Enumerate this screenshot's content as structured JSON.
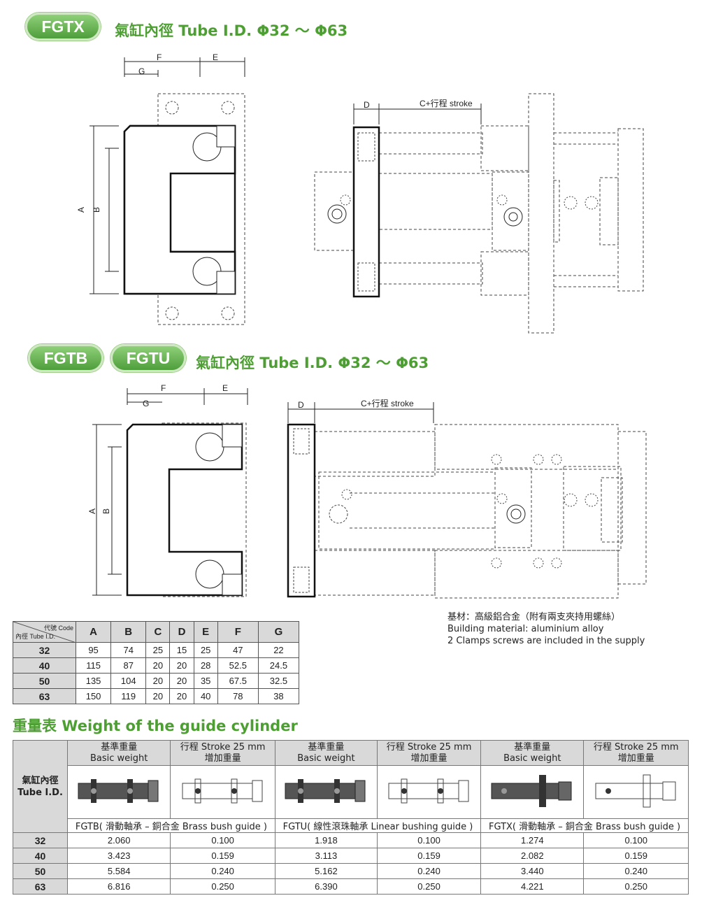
{
  "section1": {
    "badge": "FGTX",
    "title": "氣缸內徑 Tube I.D. Φ32 ～ Φ63"
  },
  "section2": {
    "badges": [
      "FGTB",
      "FGTU"
    ],
    "title": "氣缸內徑 Tube I.D. Φ32 ～ Φ63"
  },
  "drawing_labels": {
    "A": "A",
    "B": "B",
    "C": "C+行程 stroke",
    "D": "D",
    "E": "E",
    "F": "F",
    "G": "G"
  },
  "dimension_table": {
    "corner_code": "代號 Code",
    "corner_id": "內徑 Tube I.D.",
    "columns": [
      "A",
      "B",
      "C",
      "D",
      "E",
      "F",
      "G"
    ],
    "rows": [
      {
        "id": "32",
        "values": [
          "95",
          "74",
          "25",
          "15",
          "25",
          "47",
          "22"
        ]
      },
      {
        "id": "40",
        "values": [
          "115",
          "87",
          "20",
          "20",
          "28",
          "52.5",
          "24.5"
        ]
      },
      {
        "id": "50",
        "values": [
          "135",
          "104",
          "20",
          "20",
          "35",
          "67.5",
          "32.5"
        ]
      },
      {
        "id": "63",
        "values": [
          "150",
          "119",
          "20",
          "20",
          "40",
          "78",
          "38"
        ]
      }
    ]
  },
  "notes": [
    "基材：高級鋁合金（附有兩支夾持用螺絲）",
    "Building material: aluminium alloy",
    "2 Clamps screws are included in the supply"
  ],
  "weight_title": "重量表 Weight of the guide cylinder",
  "weight_table": {
    "id_header_line1": "氣缸內徑",
    "id_header_line2": "Tube I.D.",
    "basic_line1": "基準重量",
    "basic_line2": "Basic weight",
    "stroke_line1": "行程 Stroke 25 mm",
    "stroke_line2": "增加重量",
    "guides": [
      "FGTB( 滑動軸承 – 銅合金 Brass bush guide )",
      "FGTU( 線性滾珠軸承 Linear bushing guide )",
      "FGTX( 滑動軸承 – 銅合金 Brass bush guide )"
    ],
    "rows": [
      {
        "id": "32",
        "values": [
          "2.060",
          "0.100",
          "1.918",
          "0.100",
          "1.274",
          "0.100"
        ]
      },
      {
        "id": "40",
        "values": [
          "3.423",
          "0.159",
          "3.113",
          "0.159",
          "2.082",
          "0.159"
        ]
      },
      {
        "id": "50",
        "values": [
          "5.584",
          "0.240",
          "5.162",
          "0.240",
          "3.440",
          "0.240"
        ]
      },
      {
        "id": "63",
        "values": [
          "6.816",
          "0.250",
          "6.390",
          "0.250",
          "4.221",
          "0.250"
        ]
      }
    ]
  }
}
